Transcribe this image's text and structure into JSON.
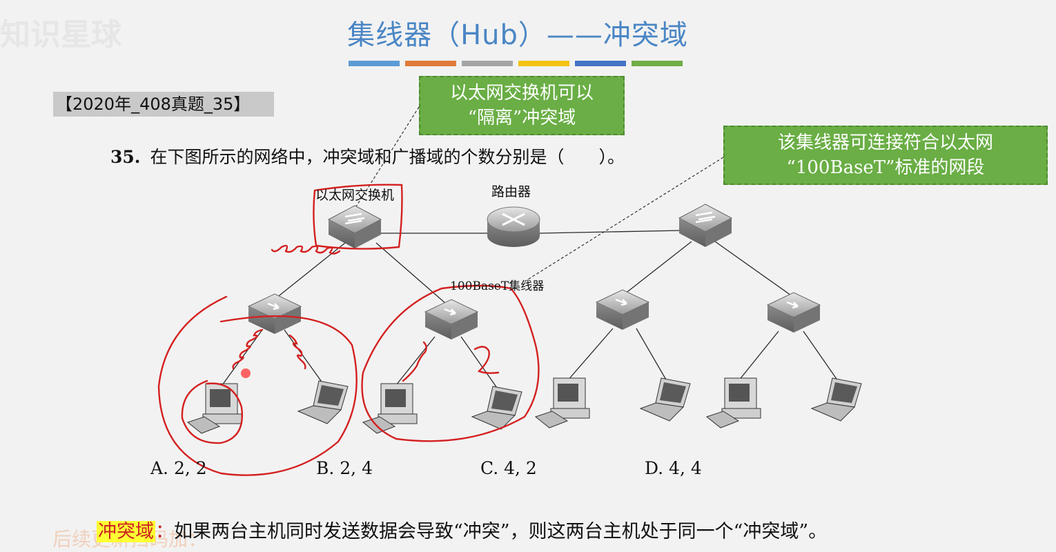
{
  "slide": {
    "title": "集线器（Hub）——冲突域",
    "bar_colors": [
      "#5b9bd5",
      "#e07b39",
      "#a5a5a5",
      "#f2c314",
      "#4472c4",
      "#70ad47"
    ],
    "exam_tag": "【2020年_408真题_35】",
    "question_number": "35.",
    "question_text": "在下图所示的网络中，冲突域和广播域的个数分别是（　　）。",
    "callout_switch": [
      "以太网交换机可以",
      "“隔离”冲突域"
    ],
    "callout_hub": [
      "该集线器可连接符合以太网",
      "“100BaseT”标准的网段"
    ],
    "label_switch": "以太网交换机",
    "label_router": "路由器",
    "label_hub": "100BaseT集线器",
    "options": [
      "A. 2, 2",
      "B. 2, 4",
      "C. 4, 2",
      "D. 4, 4"
    ],
    "definition_term": "冲突域",
    "definition_colon": "：",
    "definition_text": "如果两台主机同时发送数据会导致“冲突”，则这两台主机处于同一个“冲突域”。",
    "watermark_top": "知识星球",
    "watermark_bottom": "后续更新扫码加：",
    "annotation_color": "#d42020",
    "callout_color": "#6aae45"
  }
}
